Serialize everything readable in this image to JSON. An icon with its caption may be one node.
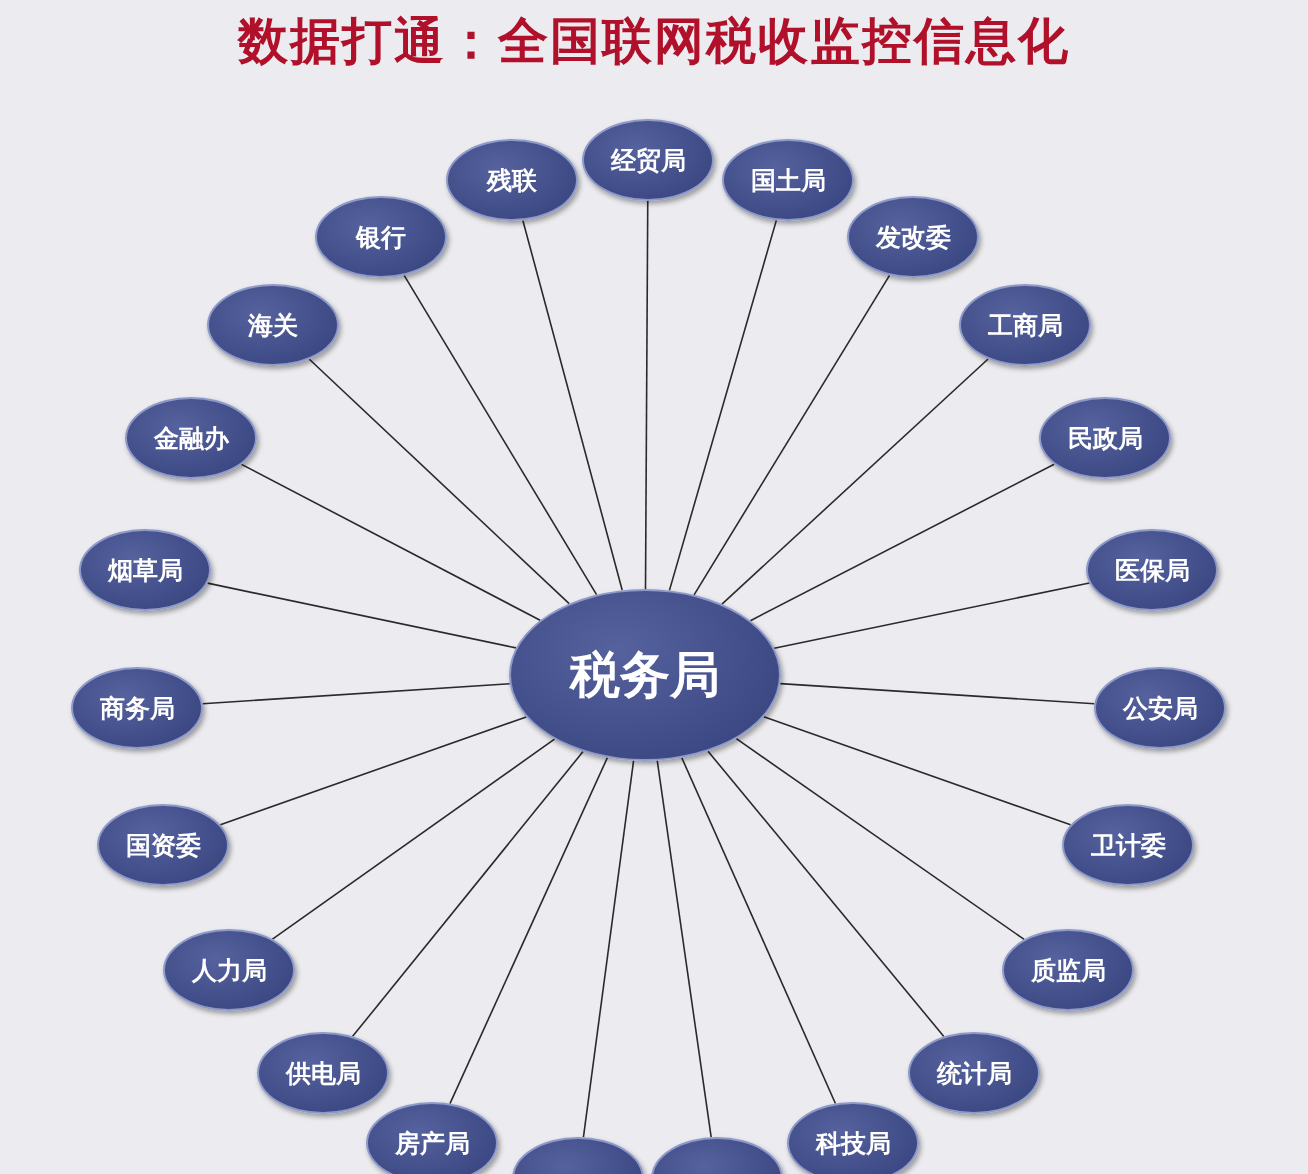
{
  "diagram": {
    "title": "数据打通：全国联网税收监控信息化",
    "nodes": [
      {
        "text": [
          "税务局"
        ]
      },
      {
        "text": [
          "残联"
        ]
      },
      {
        "text": [
          "经贸局"
        ]
      },
      {
        "text": [
          "国土局"
        ]
      },
      {
        "text": [
          "发改委"
        ]
      },
      {
        "text": [
          "工商局"
        ]
      },
      {
        "text": [
          "民政局"
        ]
      },
      {
        "text": [
          "医保局"
        ]
      },
      {
        "text": [
          "公安局"
        ]
      },
      {
        "text": [
          "卫计委"
        ]
      },
      {
        "text": [
          "质监局"
        ]
      },
      {
        "text": [
          "统计局"
        ]
      },
      {
        "text": [
          "科技局"
        ]
      },
      {
        "text": [],
        "shape": "circle"
      },
      {
        "text": [],
        "shape": "circle"
      },
      {
        "text": [
          "房产局"
        ]
      },
      {
        "text": [
          "供电局"
        ]
      },
      {
        "text": [
          "人力局"
        ]
      },
      {
        "text": [
          "国资委"
        ]
      },
      {
        "text": [
          "商务局"
        ]
      },
      {
        "text": [
          "烟草局"
        ]
      },
      {
        "text": [
          "金融办"
        ]
      },
      {
        "text": [
          "海关"
        ]
      },
      {
        "text": [
          "银行"
        ]
      }
    ],
    "edges": [
      {
        "from": 0,
        "to": 1,
        "arrow": "none"
      },
      {
        "from": 0,
        "to": 2,
        "arrow": "none"
      },
      {
        "from": 0,
        "to": 3,
        "arrow": "none"
      },
      {
        "from": 0,
        "to": 4,
        "arrow": "none"
      },
      {
        "from": 0,
        "to": 5,
        "arrow": "none"
      },
      {
        "from": 0,
        "to": 6,
        "arrow": "none"
      },
      {
        "from": 0,
        "to": 7,
        "arrow": "none"
      },
      {
        "from": 0,
        "to": 8,
        "arrow": "none"
      },
      {
        "from": 0,
        "to": 9,
        "arrow": "none"
      },
      {
        "from": 0,
        "to": 10,
        "arrow": "none"
      },
      {
        "from": 0,
        "to": 11,
        "arrow": "none"
      },
      {
        "from": 0,
        "to": 12,
        "arrow": "none"
      },
      {
        "from": 0,
        "to": 13,
        "arrow": "none"
      },
      {
        "from": 0,
        "to": 14,
        "arrow": "none"
      },
      {
        "from": 0,
        "to": 15,
        "arrow": "none"
      },
      {
        "from": 0,
        "to": 16,
        "arrow": "none"
      },
      {
        "from": 0,
        "to": 17,
        "arrow": "none"
      },
      {
        "from": 0,
        "to": 18,
        "arrow": "none"
      },
      {
        "from": 0,
        "to": 19,
        "arrow": "none"
      },
      {
        "from": 0,
        "to": 20,
        "arrow": "none"
      },
      {
        "from": 0,
        "to": 21,
        "arrow": "none"
      },
      {
        "from": 0,
        "to": 22,
        "arrow": "none"
      },
      {
        "from": 0,
        "to": 23,
        "arrow": "none"
      }
    ]
  }
}
